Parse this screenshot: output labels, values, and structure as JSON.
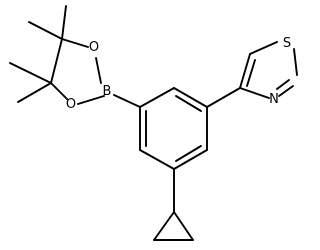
{
  "structure": {
    "atoms": {
      "boron": "B",
      "oxygen_top": "O",
      "oxygen_bottom": "O",
      "sulfur": "S",
      "nitrogen": "N"
    }
  }
}
